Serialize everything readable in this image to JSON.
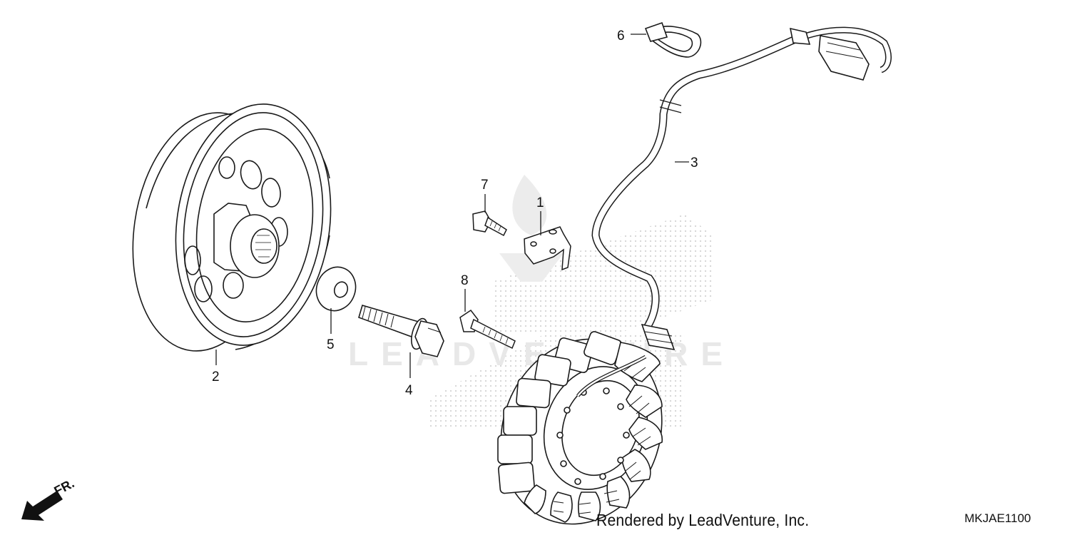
{
  "diagram": {
    "callouts": [
      {
        "id": "1",
        "text": "1"
      },
      {
        "id": "2",
        "text": "2"
      },
      {
        "id": "3",
        "text": "3"
      },
      {
        "id": "4",
        "text": "4"
      },
      {
        "id": "5",
        "text": "5"
      },
      {
        "id": "6",
        "text": "6"
      },
      {
        "id": "7",
        "text": "7"
      },
      {
        "id": "8",
        "text": "8"
      }
    ],
    "front_arrow_label": "FR.",
    "watermark_text": "LEADVENTURE"
  },
  "footer": {
    "credit": "Rendered by LeadVenture, Inc.",
    "diagram_code": "MKJAE1100"
  },
  "colors": {
    "line": "#1a1a1a",
    "watermark": "#e6e6e6",
    "background": "#ffffff"
  }
}
